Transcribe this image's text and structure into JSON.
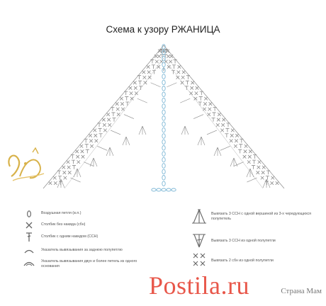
{
  "title": "Схема к узору РЖАНИЦА",
  "legend": {
    "items": [
      {
        "icon": "chain-stitch-icon",
        "text": "Воздушная петля (в.п.)"
      },
      {
        "icon": "single-crochet-icon",
        "text": "Столбик без накида (сбн)"
      },
      {
        "icon": "double-crochet-icon",
        "text": "Столбик с одним накидом (ССН)"
      },
      {
        "icon": "back-loop-arc-icon",
        "text": "Указатель вывязывания за заднюю полупетлю"
      },
      {
        "icon": "multi-loop-arc-icon",
        "text": "Указатель вывязывания двух и более петель из одного основания"
      },
      {
        "icon": "three-dc-cluster-icon",
        "text": "Вывязать 3 ССН с одной вершиной из 3-х чередующихся полупетель"
      },
      {
        "icon": "three-dc-one-loop-icon",
        "text": "Вывязать 3 ССН из одной полупетли"
      },
      {
        "icon": "two-sc-one-loop-icon",
        "text": "Вывязать 2 сбн из одной полупетли"
      }
    ]
  },
  "watermark": {
    "brand": "Postila.ru",
    "site": "Страна Мам"
  },
  "colors": {
    "stitch": "#8a8a8a",
    "accent": "#7fb8d6",
    "brand": "#e8574a",
    "logo": "#d8b24a"
  }
}
